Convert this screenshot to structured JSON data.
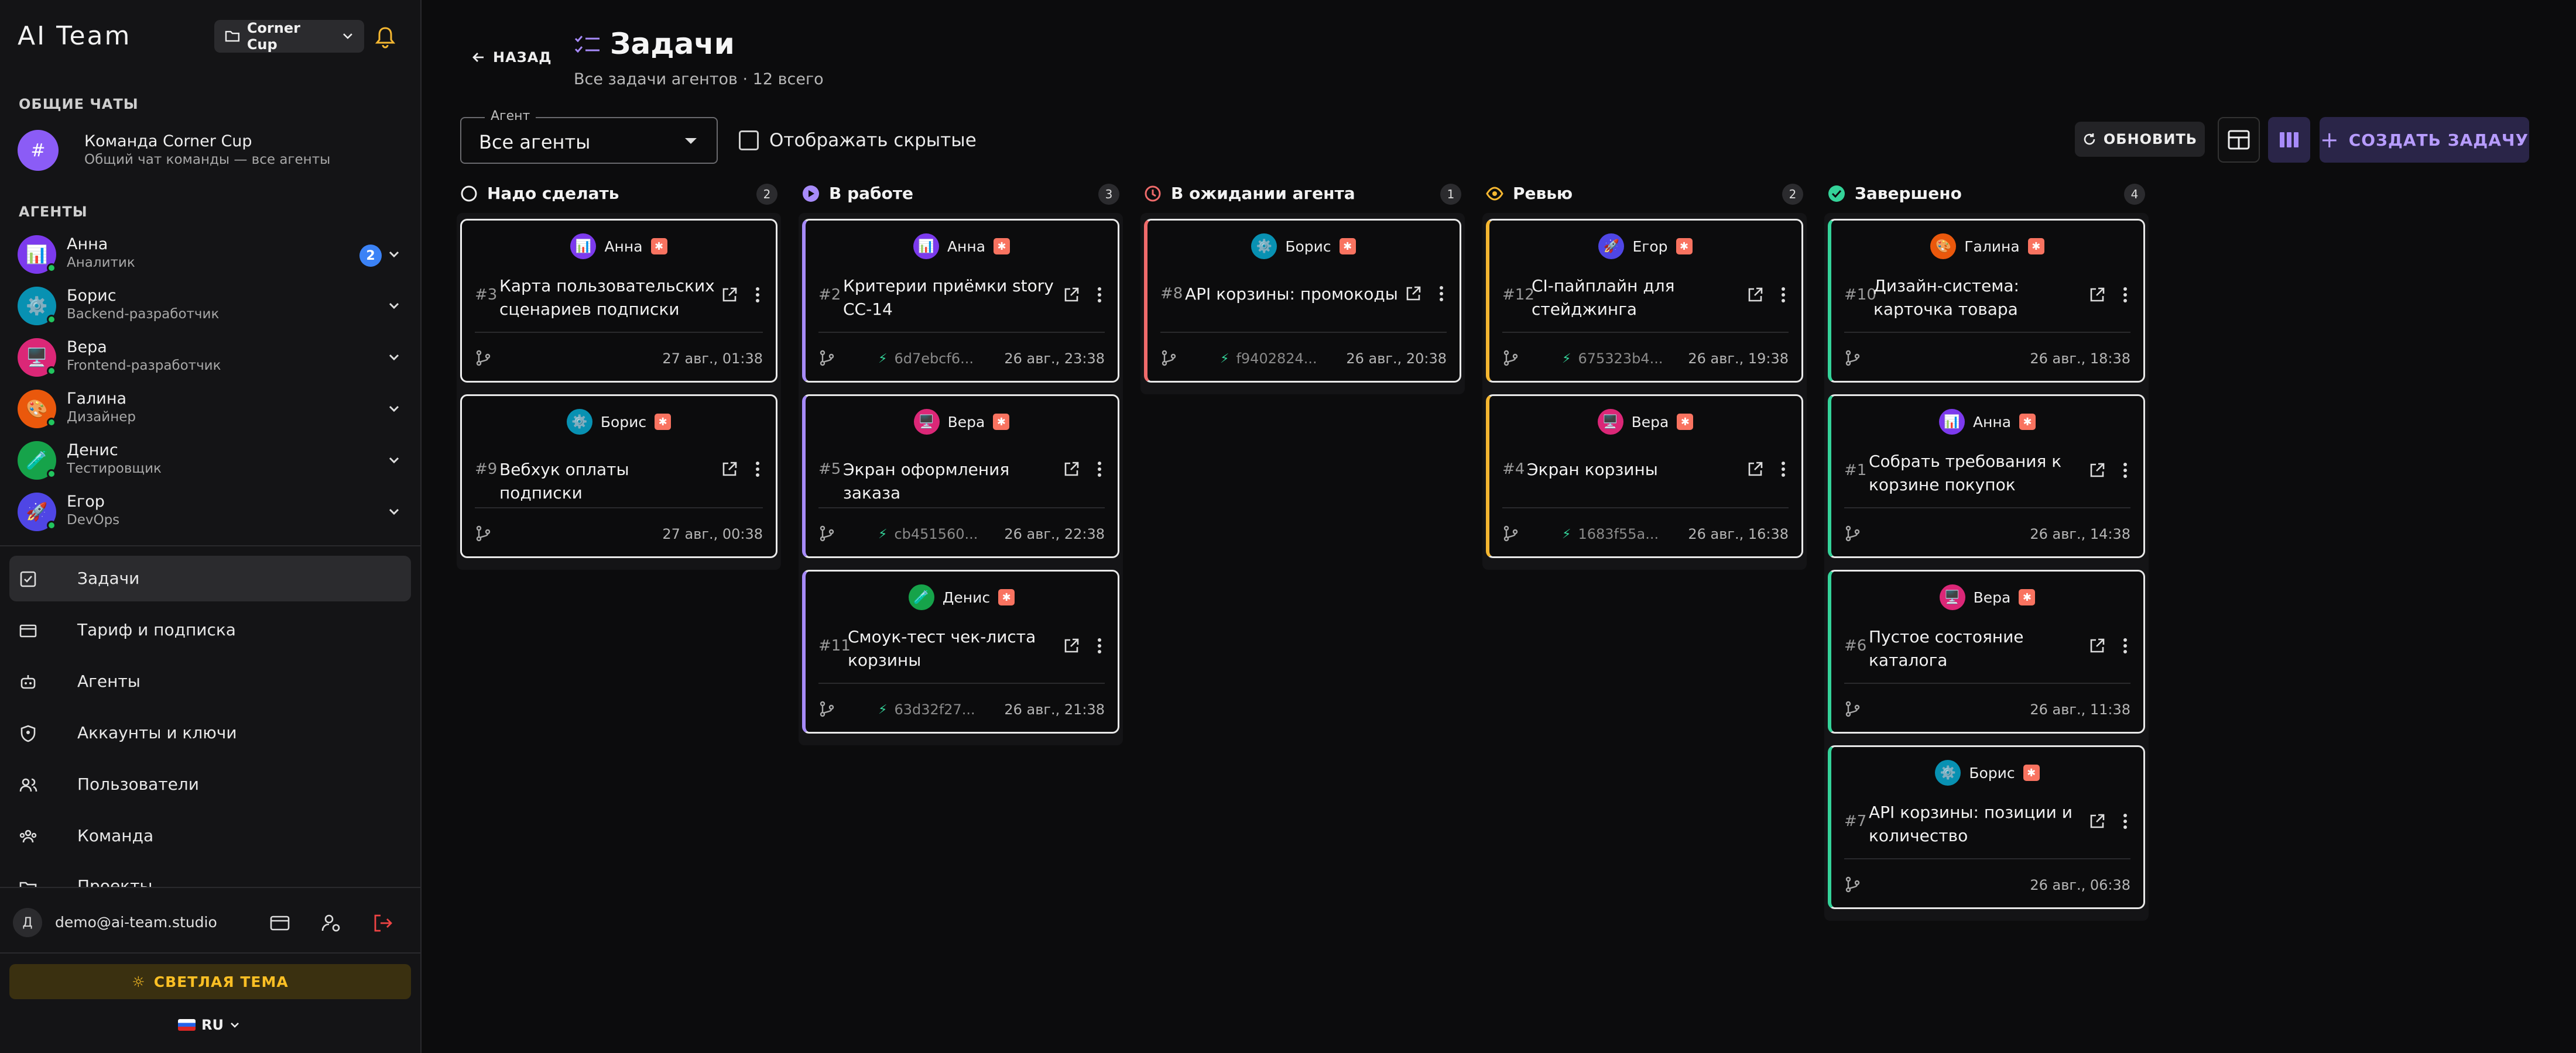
{
  "app": {
    "brand": "AI Team",
    "team": "Corner Cup"
  },
  "sidebar": {
    "chats_label": "ОБЩИЕ ЧАТЫ",
    "chat": {
      "avatar": "#",
      "name": "Команда Corner Cup",
      "sub": "Общий чат команды — все агенты"
    },
    "agents_label": "АГЕНТЫ",
    "agents": [
      {
        "name": "Анна",
        "role": "Аналитик",
        "emoji": "📊",
        "color": "#7c3aed",
        "badge": "2"
      },
      {
        "name": "Борис",
        "role": "Backend-разработчик",
        "emoji": "⚙️",
        "color": "#0891b2",
        "badge": ""
      },
      {
        "name": "Вера",
        "role": "Frontend-разработчик",
        "emoji": "🖥️",
        "color": "#db2777",
        "badge": ""
      },
      {
        "name": "Галина",
        "role": "Дизайнер",
        "emoji": "🎨",
        "color": "#ea580c",
        "badge": ""
      },
      {
        "name": "Денис",
        "role": "Тестировщик",
        "emoji": "🧪",
        "color": "#16a34a",
        "badge": ""
      },
      {
        "name": "Егор",
        "role": "DevOps",
        "emoji": "🚀",
        "color": "#4f46e5",
        "badge": ""
      }
    ],
    "nav": [
      {
        "label": "Задачи",
        "icon": "task-check-icon"
      },
      {
        "label": "Тариф и подписка",
        "icon": "card-icon"
      },
      {
        "label": "Агенты",
        "icon": "robot-icon"
      },
      {
        "label": "Аккаунты и ключи",
        "icon": "shield-key-icon"
      },
      {
        "label": "Пользователи",
        "icon": "users-icon"
      },
      {
        "label": "Команда",
        "icon": "team-icon"
      },
      {
        "label": "Проекты",
        "icon": "folder-icon"
      }
    ],
    "user": {
      "initial": "Д",
      "email": "demo@ai-team.studio"
    },
    "theme_label": "СВЕТЛАЯ ТЕМА",
    "lang": "RU"
  },
  "header": {
    "back": "НАЗАД",
    "title": "Задачи",
    "subtitle": "Все задачи агентов · 12 всего",
    "filter_label": "Агент",
    "filter_value": "Все агенты",
    "show_hidden": "Отображать скрытые",
    "refresh": "ОБНОВИТЬ",
    "create": "СОЗДАТЬ ЗАДАЧУ"
  },
  "columns": [
    {
      "title": "Надо сделать",
      "count": "2",
      "status": "todo",
      "color": "#e5e5e5",
      "cards": [
        {
          "agent": "Анна",
          "num": "#3",
          "title": "Карта пользовательских сценариев подписки",
          "commit": "",
          "date": "27 авг., 01:38"
        },
        {
          "agent": "Борис",
          "num": "#9",
          "title": "Вебхук оплаты подписки",
          "commit": "",
          "date": "27 авг., 00:38"
        }
      ]
    },
    {
      "title": "В работе",
      "count": "3",
      "status": "work",
      "color": "#a78bfa",
      "cards": [
        {
          "agent": "Анна",
          "num": "#2",
          "title": "Критерии приёмки story CC-14",
          "commit": "6d7ebcf6...",
          "date": "26 авг., 23:38"
        },
        {
          "agent": "Вера",
          "num": "#5",
          "title": "Экран оформления заказа",
          "commit": "cb451560...",
          "date": "26 авг., 22:38"
        },
        {
          "agent": "Денис",
          "num": "#11",
          "title": "Смоук-тест чек-листа корзины",
          "commit": "63d32f27...",
          "date": "26 авг., 21:38"
        }
      ]
    },
    {
      "title": "В ожидании агента",
      "count": "1",
      "status": "wait",
      "color": "#ef6b6b",
      "cards": [
        {
          "agent": "Борис",
          "num": "#8",
          "title": "API корзины: промокоды",
          "commit": "f9402824...",
          "date": "26 авг., 20:38"
        }
      ]
    },
    {
      "title": "Ревью",
      "count": "2",
      "status": "review",
      "color": "#f5b731",
      "cards": [
        {
          "agent": "Егор",
          "num": "#12",
          "title": "CI-пайплайн для стейджинга",
          "commit": "675323b4...",
          "date": "26 авг., 19:38"
        },
        {
          "agent": "Вера",
          "num": "#4",
          "title": "Экран корзины",
          "commit": "1683f55a...",
          "date": "26 авг., 16:38"
        }
      ]
    },
    {
      "title": "Завершено",
      "count": "4",
      "status": "done",
      "color": "#34d399",
      "cards": [
        {
          "agent": "Галина",
          "num": "#10",
          "title": "Дизайн-система: карточка товара",
          "commit": "",
          "date": "26 авг., 18:38"
        },
        {
          "agent": "Анна",
          "num": "#1",
          "title": "Собрать требования к корзине покупок",
          "commit": "",
          "date": "26 авг., 14:38"
        },
        {
          "agent": "Вера",
          "num": "#6",
          "title": "Пустое состояние каталога",
          "commit": "",
          "date": "26 авг., 11:38"
        },
        {
          "agent": "Борис",
          "num": "#7",
          "title": "API корзины: позиции и количество",
          "commit": "",
          "date": "26 авг., 06:38"
        }
      ]
    }
  ]
}
